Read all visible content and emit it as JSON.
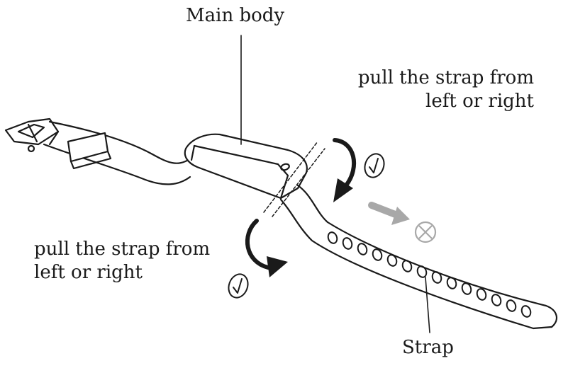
{
  "labels": {
    "main_body": "Main body",
    "pull_right_line1": "pull the strap from",
    "pull_right_line2": "left or right",
    "pull_left_line1": "pull the strap from",
    "pull_left_line2": "left or right",
    "strap": "Strap"
  },
  "colors": {
    "line": "#1a1a1a",
    "wrong_arrow": "#a8a8a8",
    "background": "#ffffff"
  },
  "icons": [
    "buckle-icon",
    "check-mark-icon",
    "cross-mark-icon",
    "curved-arrow-icon",
    "straight-arrow-icon"
  ]
}
